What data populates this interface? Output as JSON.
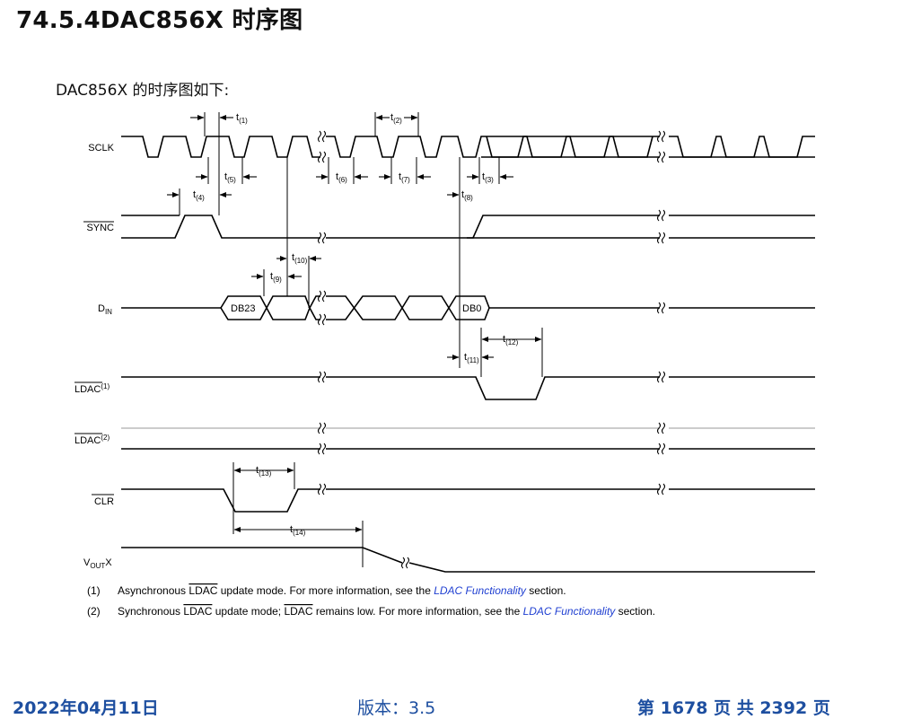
{
  "heading": "74.5.4DAC856X 时序图",
  "intro": "DAC856X 的时序图如下:",
  "signals": {
    "sclk": "SCLK",
    "sync": "SYNC",
    "din_main": "D",
    "din_sub": "IN",
    "ldac1_main": "LDAC",
    "ldac1_sup": "(1)",
    "ldac2_main": "LDAC",
    "ldac2_sup": "(2)",
    "clr": "CLR",
    "vout_main": "V",
    "vout_sub": "OUT",
    "vout_suffix": "X"
  },
  "data_labels": {
    "db23": "DB23",
    "db0": "DB0"
  },
  "timing": {
    "t1": "(1)",
    "t2": "(2)",
    "t3": "(3)",
    "t4": "(4)",
    "t5": "(5)",
    "t6": "(6)",
    "t7": "(7)",
    "t8": "(8)",
    "t9": "(9)",
    "t10": "(10)",
    "t11": "(11)",
    "t12": "(12)",
    "t13": "(13)",
    "t14": "(14)"
  },
  "notes": {
    "n1_num": "(1)",
    "n1_a": "Asynchronous ",
    "n1_b": "LDAC",
    "n1_c": " update mode. For more information, see the ",
    "n1_link": "LDAC Functionality",
    "n1_d": " section.",
    "n2_num": "(2)",
    "n2_a": "Synchronous ",
    "n2_b": "LDAC",
    "n2_c": " update mode; ",
    "n2_d": "LDAC",
    "n2_e": " remains low. For more information, see the ",
    "n2_link": "LDAC Functionality",
    "n2_f": " section."
  },
  "footer": {
    "date": "2022年04月11日",
    "version": "版本：3.5",
    "page": "第 1678 页 共 2392 页"
  },
  "colors": {
    "link": "#1f3fd1",
    "footer": "#1e4fa0"
  }
}
